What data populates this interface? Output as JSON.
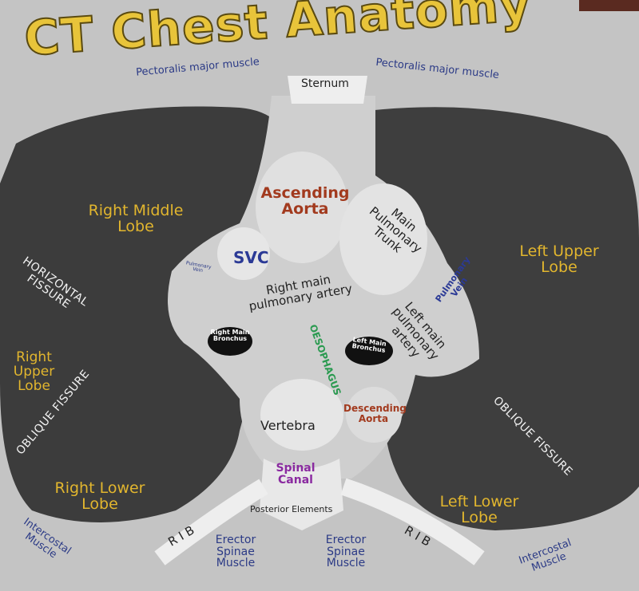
{
  "title": "CT Chest Anatomy",
  "labels": {
    "pec_left": "Pectoralis major muscle",
    "pec_right": "Pectoralis major muscle",
    "sternum": "Sternum",
    "ascending_aorta": "Ascending Aorta",
    "main_pulmonary_trunk": "Main Pulmonary Trunk",
    "svc": "SVC",
    "pulmonary_vein_left": "Pulmonary Vein",
    "pulmonary_vein_right": "Pulmonary Vein",
    "right_main_pa": "Right main pulmonary artery",
    "left_main_pa": "Left main pulmonary artery",
    "right_middle_lobe": "Right Middle Lobe",
    "left_upper_lobe": "Left Upper Lobe",
    "horizontal_fissure": "HORIZONTAL FISSURE",
    "right_upper_lobe": "Right Upper Lobe",
    "right_main_bronchus": "Right Main Bronchus",
    "left_main_bronchus": "Left Main Bronchus",
    "oesophagus": "OESOPHAGUS",
    "oblique_fissure_left": "OBLIQUE FISSURE",
    "oblique_fissure_right": "OBLIQUE FISSURE",
    "vertebra": "Vertebra",
    "descending_aorta": "Descending Aorta",
    "spinal_canal": "Spinal Canal",
    "posterior_elements": "Posterior Elements",
    "right_lower_lobe": "Right Lower Lobe",
    "left_lower_lobe": "Left Lower Lobe",
    "rib_left": "R I B",
    "rib_right": "R I B",
    "erector_left": "Erector Spinae Muscle",
    "erector_right": "Erector Spinae Muscle",
    "intercostal_left": "Intercostal Muscle",
    "intercostal_right": "Intercostal Muscle"
  },
  "colors": {
    "lobe": "#e2b62e",
    "muscle": "#2b3a86",
    "vessel": "#a23a1e",
    "oesophagus": "#2a9a50",
    "canal": "#8a2aa0"
  }
}
